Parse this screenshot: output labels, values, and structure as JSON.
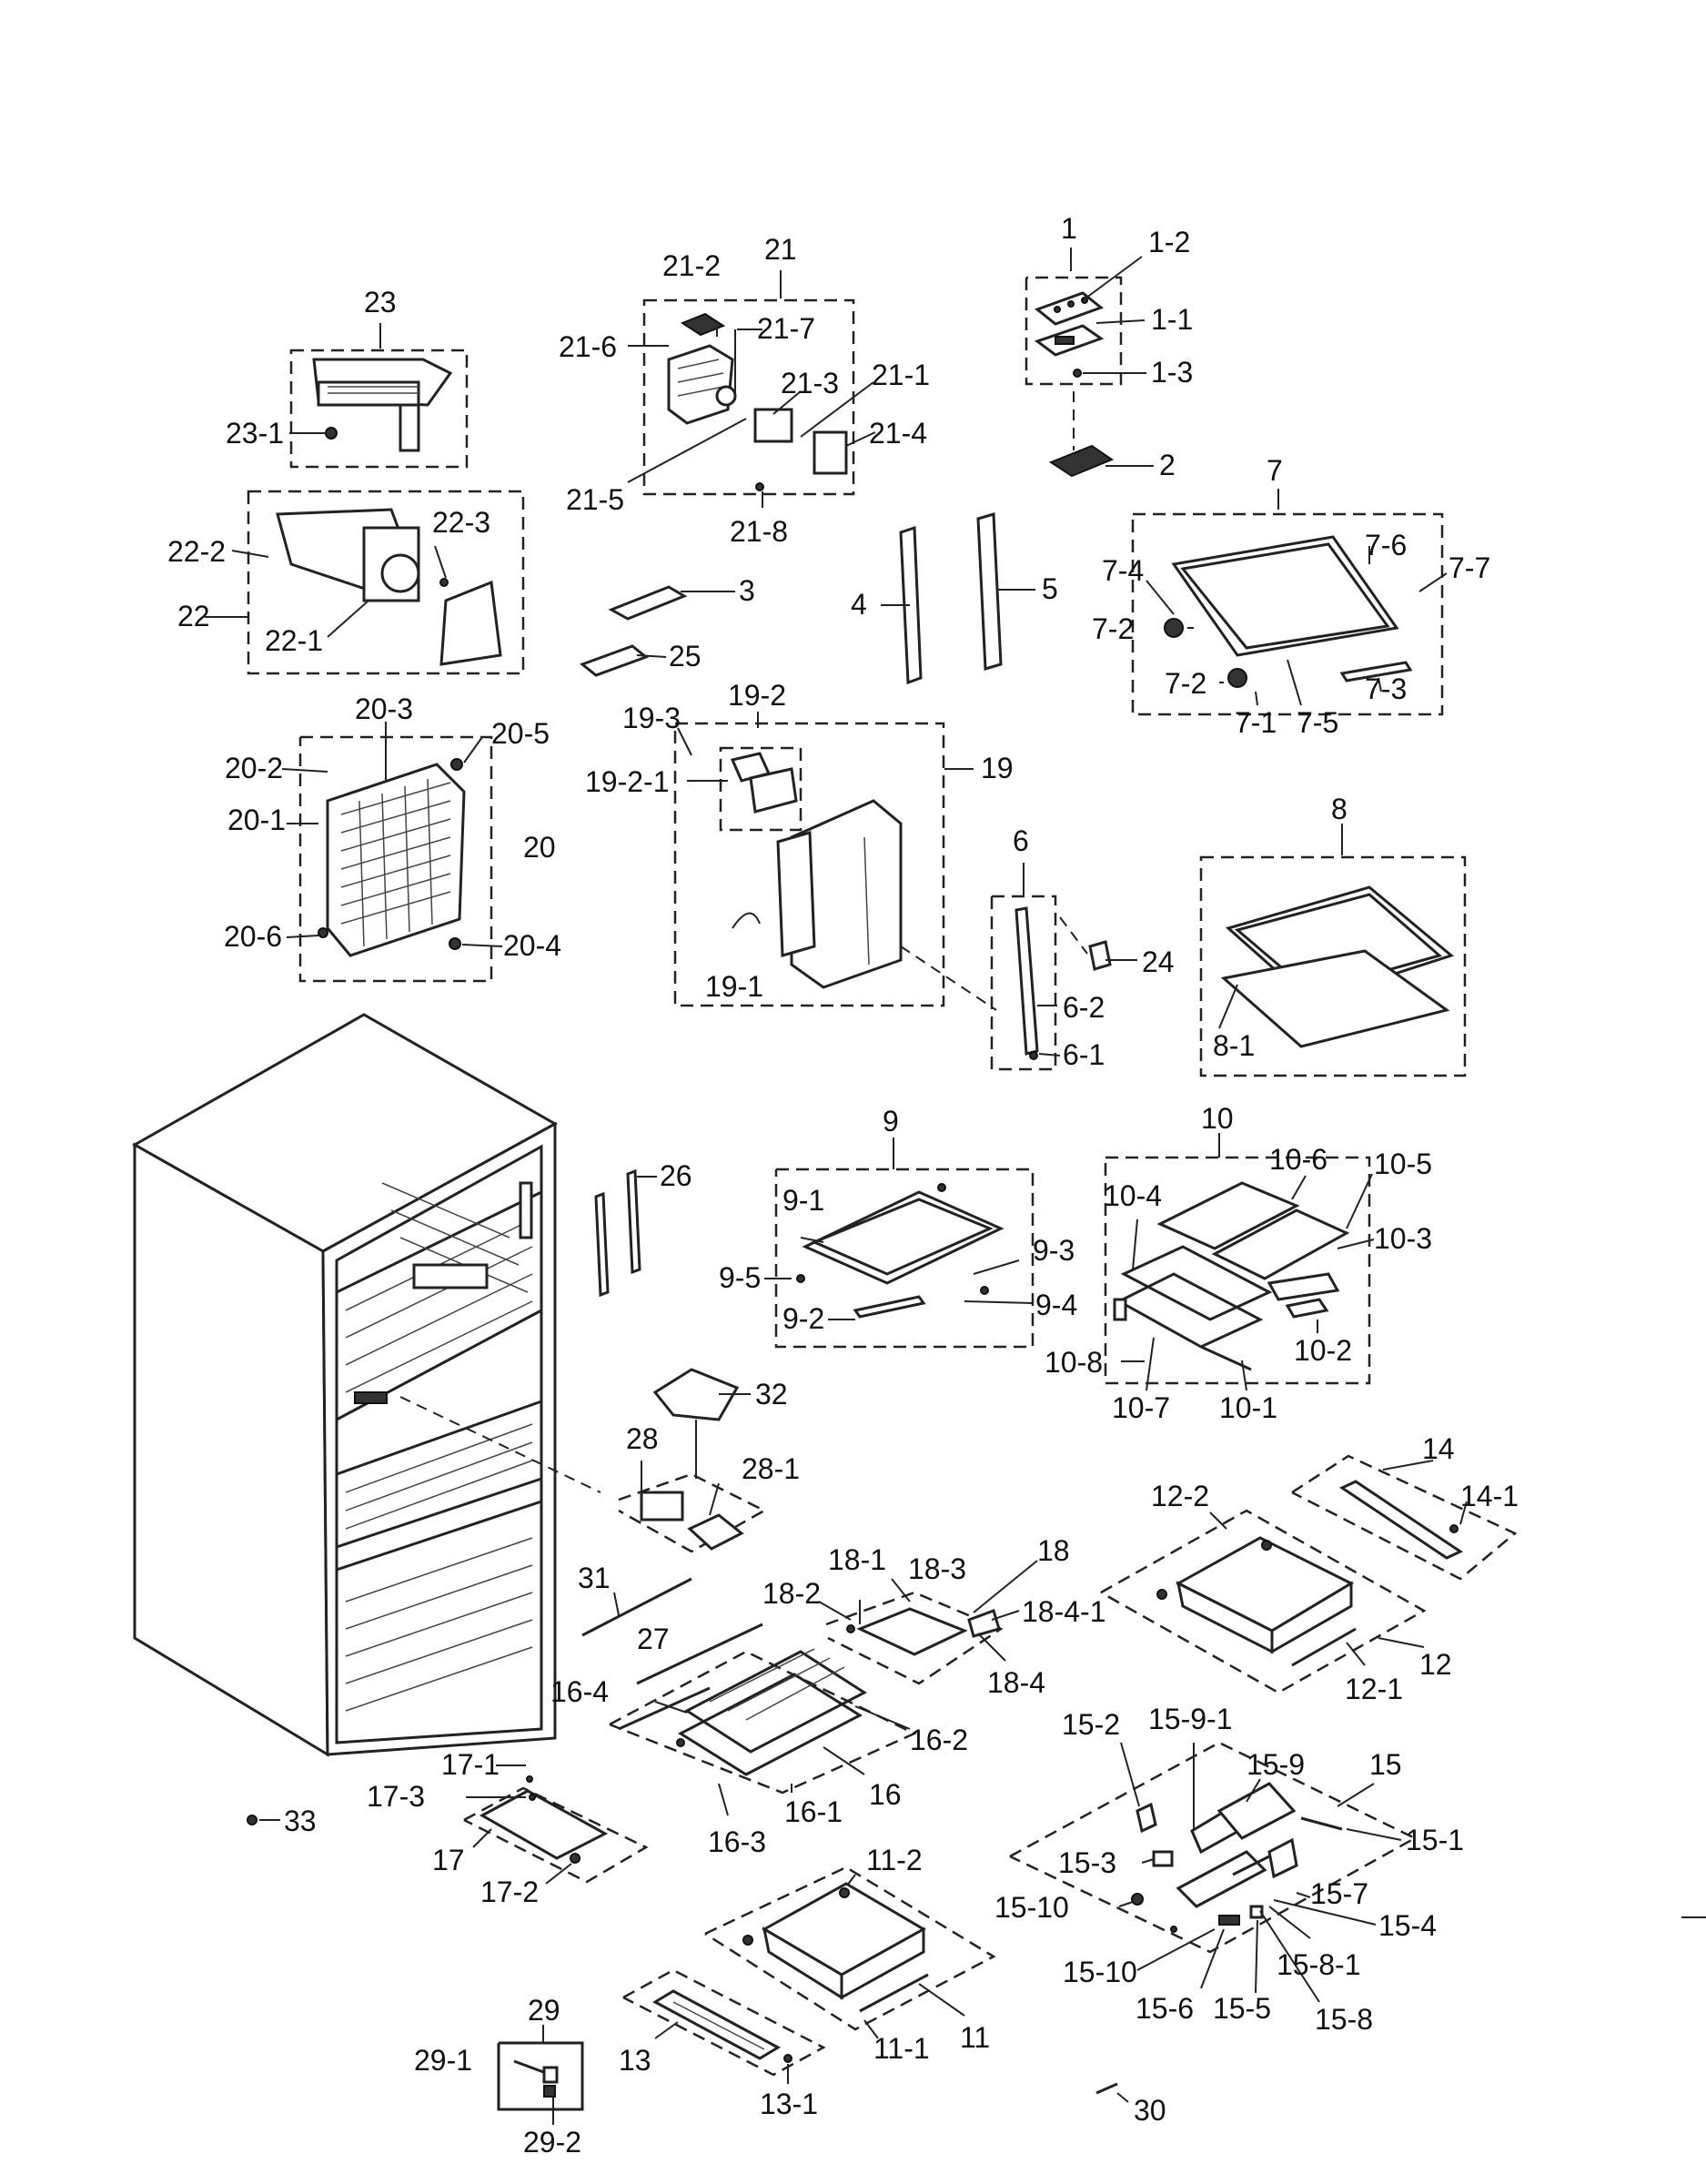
{
  "labels": {
    "l1": "1",
    "l1_1": "1-1",
    "l1_2": "1-2",
    "l1_3": "1-3",
    "l2": "2",
    "l3": "3",
    "l4": "4",
    "l5": "5",
    "l6": "6",
    "l6_1": "6-1",
    "l6_2": "6-2",
    "l7": "7",
    "l7_1": "7-1",
    "l7_2a": "7-2",
    "l7_2b": "7-2",
    "l7_3": "7-3",
    "l7_4": "7-4",
    "l7_5": "7-5",
    "l7_6": "7-6",
    "l7_7": "7-7",
    "l8": "8",
    "l8_1": "8-1",
    "l9": "9",
    "l9_1": "9-1",
    "l9_2": "9-2",
    "l9_3": "9-3",
    "l9_4": "9-4",
    "l9_5": "9-5",
    "l10": "10",
    "l10_1": "10-1",
    "l10_2": "10-2",
    "l10_3": "10-3",
    "l10_4": "10-4",
    "l10_5": "10-5",
    "l10_6": "10-6",
    "l10_7": "10-7",
    "l10_8": "10-8",
    "l11": "11",
    "l11_1": "11-1",
    "l11_2": "11-2",
    "l12": "12",
    "l12_1": "12-1",
    "l12_2": "12-2",
    "l13": "13",
    "l13_1": "13-1",
    "l14": "14",
    "l14_1": "14-1",
    "l15": "15",
    "l15_1": "15-1",
    "l15_2": "15-2",
    "l15_3": "15-3",
    "l15_4": "15-4",
    "l15_5": "15-5",
    "l15_6": "15-6",
    "l15_7": "15-7",
    "l15_8": "15-8",
    "l15_8_1": "15-8-1",
    "l15_9": "15-9",
    "l15_9_1": "15-9-1",
    "l15_10a": "15-10",
    "l15_10b": "15-10",
    "l16": "16",
    "l16_1": "16-1",
    "l16_2": "16-2",
    "l16_3": "16-3",
    "l16_4": "16-4",
    "l17": "17",
    "l17_1": "17-1",
    "l17_2": "17-2",
    "l17_3": "17-3",
    "l18": "18",
    "l18_1": "18-1",
    "l18_2": "18-2",
    "l18_3": "18-3",
    "l18_4": "18-4",
    "l18_4_1": "18-4-1",
    "l19": "19",
    "l19_1": "19-1",
    "l19_2": "19-2",
    "l19_2_1": "19-2-1",
    "l19_3": "19-3",
    "l20": "20",
    "l20_1": "20-1",
    "l20_2": "20-2",
    "l20_3": "20-3",
    "l20_4": "20-4",
    "l20_5": "20-5",
    "l20_6": "20-6",
    "l21": "21",
    "l21_1": "21-1",
    "l21_2": "21-2",
    "l21_3": "21-3",
    "l21_4": "21-4",
    "l21_5": "21-5",
    "l21_6": "21-6",
    "l21_7": "21-7",
    "l21_8": "21-8",
    "l22": "22",
    "l22_1": "22-1",
    "l22_2": "22-2",
    "l22_3": "22-3",
    "l23": "23",
    "l23_1": "23-1",
    "l24": "24",
    "l25": "25",
    "l26": "26",
    "l27": "27",
    "l28": "28",
    "l28_1": "28-1",
    "l29": "29",
    "l29_1": "29-1",
    "l29_2": "29-2",
    "l30": "30",
    "l31": "31",
    "l32": "32",
    "l33": "33"
  }
}
